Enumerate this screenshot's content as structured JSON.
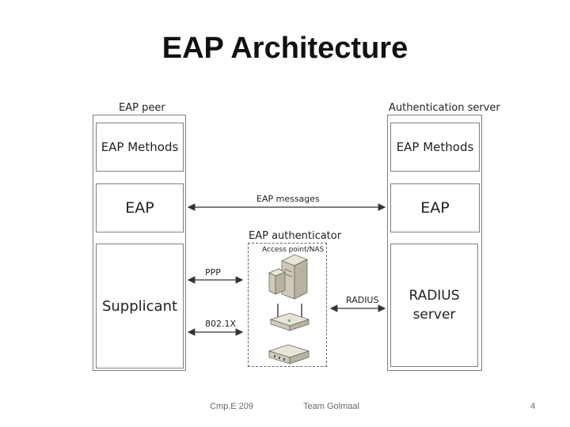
{
  "slide": {
    "title": "EAP Architecture",
    "footer_left": "Cmp.E 209",
    "footer_center": "Team Golmaal",
    "page_number": "4"
  },
  "diagram": {
    "left_column": {
      "header": "EAP peer",
      "boxes": [
        "EAP Methods",
        "EAP",
        "Supplicant"
      ]
    },
    "right_column": {
      "header": "Authentication server",
      "boxes": [
        "EAP Methods",
        "EAP",
        "RADIUS server"
      ]
    },
    "authenticator": {
      "header": "EAP authenticator",
      "sub_label": "Access point/NAS",
      "devices": [
        "server-tower-icon",
        "access-point-icon",
        "switch-icon"
      ]
    },
    "arrows": {
      "eap_messages": "EAP messages",
      "ppp": "PPP",
      "dot1x": "802.1X",
      "radius": "RADIUS"
    }
  }
}
